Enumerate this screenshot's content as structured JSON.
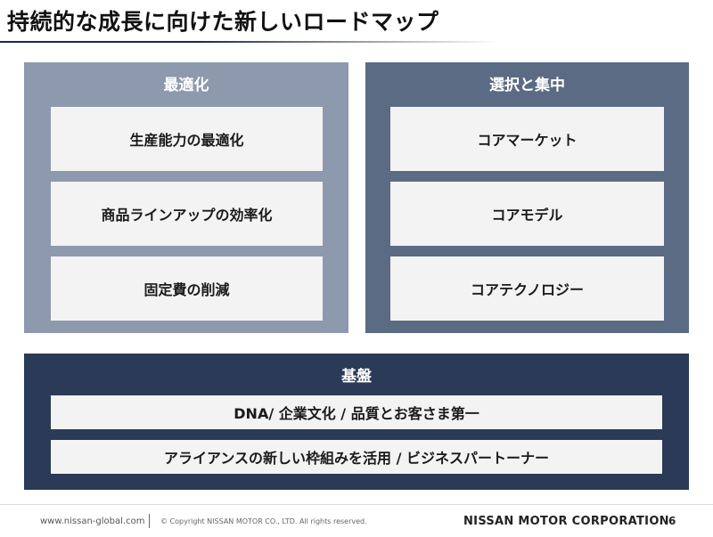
{
  "slide": {
    "title": "持続的な成長に向けた新しいロードマップ",
    "left_panel": {
      "heading": "最適化",
      "items": [
        "生産能力の最適化",
        "商品ラインアップの効率化",
        "固定費の削減"
      ]
    },
    "right_panel": {
      "heading": "選択と集中",
      "items": [
        "コアマーケット",
        "コアモデル",
        "コアテクノロジー"
      ]
    },
    "bottom_panel": {
      "heading": "基盤",
      "items": [
        "DNA/ 企業文化 / 品質とお客さま第一",
        "アライアンスの新しい枠組みを活用 / ビジネスパートーナー"
      ]
    }
  },
  "footer": {
    "url": "www.nissan-global.com",
    "copyright": "© Copyright NISSAN MOTOR CO., LTD. All rights reserved.",
    "company": "NISSAN MOTOR CORPORATION",
    "page_number": "6"
  },
  "colors": {
    "left_panel": "#8d99ad",
    "right_panel": "#5b6b84",
    "bottom_panel": "#2b3a57",
    "box": "#f3f3f3"
  }
}
